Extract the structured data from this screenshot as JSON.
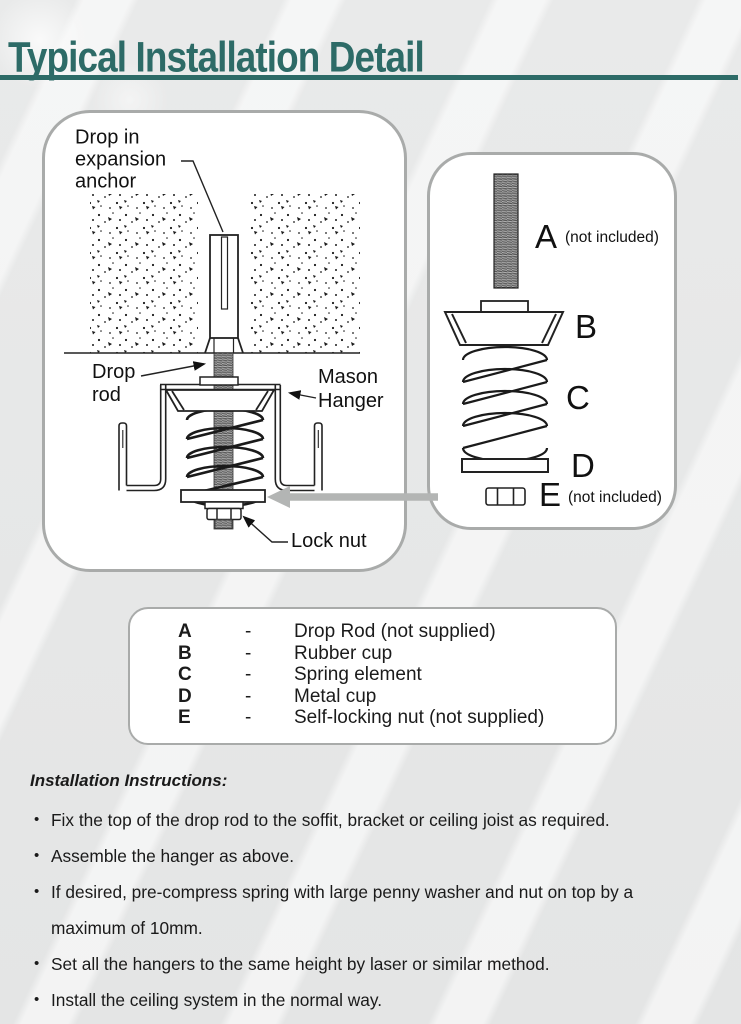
{
  "page": {
    "title": "Typical Installation Detail"
  },
  "colors": {
    "accent_teal": "#2d6b67",
    "box_border_gray": "#a9abaa",
    "connector_arrow_gray": "#b3b5b4"
  },
  "assembled_diagram": {
    "anchor_label_line1": "Drop in",
    "anchor_label_line2": "expansion",
    "anchor_label_line3": "anchor",
    "drop_rod_label_line1": "Drop",
    "drop_rod_label_line2": "rod",
    "hanger_label_line1": "Mason",
    "hanger_label_line2": "Hanger",
    "lock_nut_label": "Lock nut"
  },
  "parts_diagram": {
    "parts": [
      {
        "letter": "A",
        "note": "(not included)"
      },
      {
        "letter": "B",
        "note": ""
      },
      {
        "letter": "C",
        "note": ""
      },
      {
        "letter": "D",
        "note": ""
      },
      {
        "letter": "E",
        "note": "(not included)"
      }
    ]
  },
  "legend": {
    "rows": [
      {
        "letter": "A",
        "dash": "-",
        "description": "Drop Rod (not supplied)"
      },
      {
        "letter": "B",
        "dash": "-",
        "description": "Rubber cup"
      },
      {
        "letter": "C",
        "dash": "-",
        "description": "Spring element"
      },
      {
        "letter": "D",
        "dash": "-",
        "description": "Metal cup"
      },
      {
        "letter": "E",
        "dash": "-",
        "description": "Self-locking nut (not supplied)"
      }
    ]
  },
  "instructions": {
    "heading": "Installation Instructions:",
    "bullets": [
      "Fix the top of the drop rod to the soffit, bracket or ceiling joist as required.",
      "Assemble the hanger as above.",
      "If desired, pre-compress spring with large penny washer and nut on top by a maximum of 10mm.",
      "Set all the hangers to the same height by laser or similar method.",
      "Install the ceiling system in the normal way."
    ]
  }
}
